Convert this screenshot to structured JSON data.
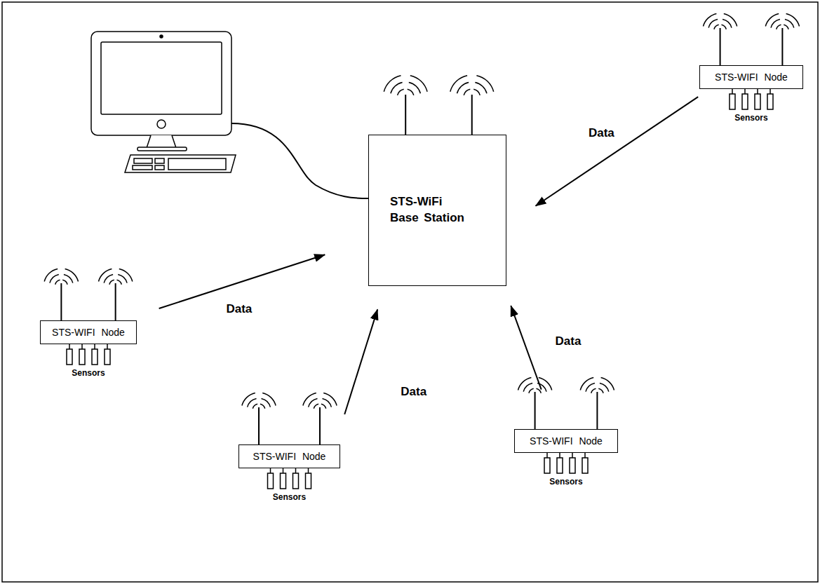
{
  "diagram": {
    "nodes": [
      {
        "text": [
          "STS-WiFi Base Station"
        ]
      },
      {
        "text": [
          "STS-WIFI Node"
        ]
      },
      {
        "text": [
          "STS-WIFI Node"
        ]
      },
      {
        "text": [
          "STS-WIFI Node"
        ]
      },
      {
        "text": [
          "STS-WIFI Node"
        ]
      }
    ],
    "edges": [
      {
        "from": 1,
        "to": 0,
        "arrow": "to",
        "label": "Data"
      },
      {
        "from": 2,
        "to": 0,
        "arrow": "to",
        "label": "Data"
      },
      {
        "from": 3,
        "to": 0,
        "arrow": "to",
        "label": "Data"
      },
      {
        "from": 4,
        "to": 0,
        "arrow": "to",
        "label": "Data"
      }
    ],
    "labels": [
      "Sensors",
      "Sensors",
      "Sensors",
      "Sensors"
    ]
  }
}
